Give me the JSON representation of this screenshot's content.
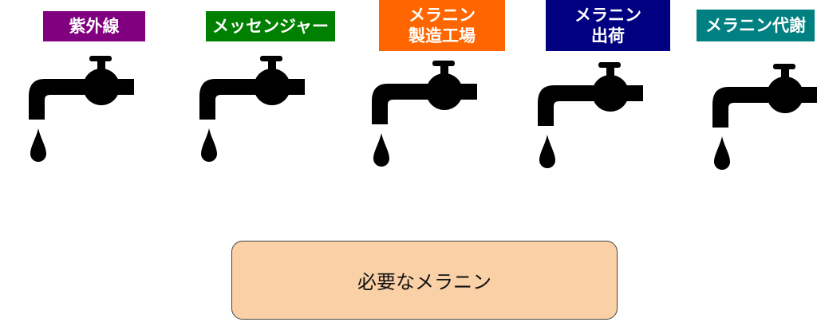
{
  "sources": [
    {
      "lines": [
        "紫外線"
      ],
      "color": "#800080"
    },
    {
      "lines": [
        "メッセンジャー"
      ],
      "color": "#008000"
    },
    {
      "lines": [
        "メラニン",
        "製造工場"
      ],
      "color": "#ff6600"
    },
    {
      "lines": [
        "メラニン",
        "出荷"
      ],
      "color": "#000080"
    },
    {
      "lines": [
        "メラニン代謝"
      ],
      "color": "#008080"
    }
  ],
  "result": {
    "label": "必要なメラニン",
    "color": "#fad0a6"
  },
  "icons": {
    "faucet": "faucet-icon",
    "drop": "water-drop-icon"
  }
}
